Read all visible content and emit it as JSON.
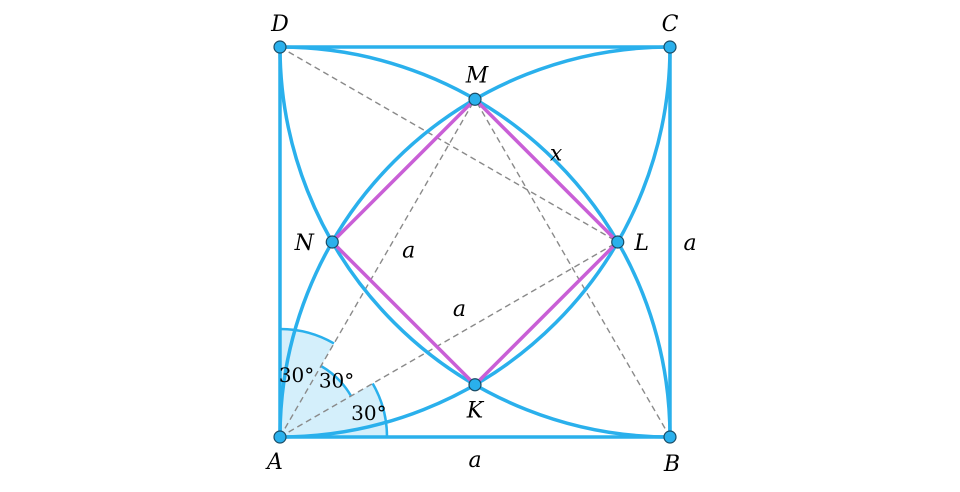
{
  "colors": {
    "structure": "#2ab0ec",
    "point_fill": "#2ab0ec",
    "point_stroke": "#1a4c66",
    "inner_square": "#c95fd6",
    "dashed": "#8a8a8a",
    "angle_fill": "#d4effb",
    "text": "#000000"
  },
  "points": [
    {
      "id": "A",
      "label": "A",
      "x": 0,
      "y": 0
    },
    {
      "id": "B",
      "label": "B",
      "x": 1,
      "y": 0
    },
    {
      "id": "C",
      "label": "C",
      "x": 1,
      "y": 1
    },
    {
      "id": "D",
      "label": "D",
      "x": 0,
      "y": 1
    },
    {
      "id": "M",
      "label": "M",
      "x": 0.5,
      "y": 0.866
    },
    {
      "id": "L",
      "label": "L",
      "x": 0.866,
      "y": 0.5
    },
    {
      "id": "K",
      "label": "K",
      "x": 0.5,
      "y": 0.134
    },
    {
      "id": "N",
      "label": "N",
      "x": 0.134,
      "y": 0.5
    }
  ],
  "arcs": [
    {
      "center": "A",
      "from": "B",
      "to": "D"
    },
    {
      "center": "B",
      "from": "C",
      "to": "A"
    },
    {
      "center": "C",
      "from": "D",
      "to": "B"
    },
    {
      "center": "D",
      "from": "A",
      "to": "C"
    }
  ],
  "inner_square": [
    "M",
    "L",
    "K",
    "N"
  ],
  "dashed_segments": [
    [
      "A",
      "M"
    ],
    [
      "A",
      "L"
    ],
    [
      "B",
      "M"
    ],
    [
      "D",
      "L"
    ]
  ],
  "angles": [
    {
      "label": "30°",
      "from_deg": 60,
      "to_deg": 90
    },
    {
      "label": "30°",
      "from_deg": 30,
      "to_deg": 60
    },
    {
      "label": "30°",
      "from_deg": 0,
      "to_deg": 30
    }
  ],
  "side_labels": [
    {
      "text": "a",
      "anchor": "AB-bottom"
    },
    {
      "text": "a",
      "anchor": "BC-right"
    },
    {
      "text": "a",
      "anchor": "AM-mid"
    },
    {
      "text": "a",
      "anchor": "AL-mid"
    },
    {
      "text": "x",
      "anchor": "ML-mid"
    }
  ]
}
